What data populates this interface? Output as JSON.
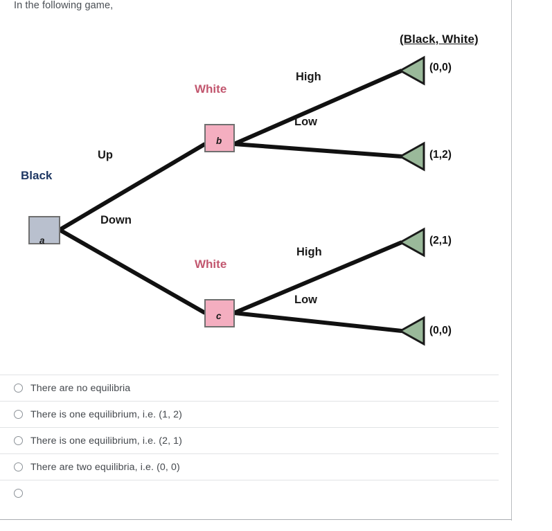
{
  "prompt": "In the following game,",
  "diagram": {
    "header_label": "(Black, White)",
    "players": {
      "black": "Black",
      "white_upper": "White",
      "white_lower": "White"
    },
    "nodes": [
      {
        "id": "a",
        "label": "a",
        "player": "Black",
        "color": "#b9c0ce"
      },
      {
        "id": "b",
        "label": "b",
        "player": "White",
        "color": "#f4aec0"
      },
      {
        "id": "c",
        "label": "c",
        "player": "White",
        "color": "#f4aec0"
      }
    ],
    "edges": [
      {
        "from": "a",
        "to": "b",
        "label": "Up"
      },
      {
        "from": "a",
        "to": "c",
        "label": "Down"
      },
      {
        "from": "b",
        "to": "payoff1",
        "label": "High"
      },
      {
        "from": "b",
        "to": "payoff2",
        "label": "Low"
      },
      {
        "from": "c",
        "to": "payoff3",
        "label": "High"
      },
      {
        "from": "c",
        "to": "payoff4",
        "label": "Low"
      }
    ],
    "payoffs": [
      {
        "id": "payoff1",
        "label": "(0,0)"
      },
      {
        "id": "payoff2",
        "label": "(1,2)"
      },
      {
        "id": "payoff3",
        "label": "(2,1)"
      },
      {
        "id": "payoff4",
        "label": "(0,0)"
      }
    ],
    "colors": {
      "black_node_fill": "#b9c0ce",
      "white_node_fill": "#f4aec0",
      "node_stroke": "#6f6f6f",
      "payoff_fill": "#9ab99a",
      "payoff_stroke": "#1a1a1a",
      "edge_stroke": "#111111",
      "black_text": "#1f3864",
      "white_text": "#c2576f"
    }
  },
  "answers": [
    {
      "id": "opt1",
      "text": "There are no equilibria",
      "selected": false
    },
    {
      "id": "opt2",
      "text": "There is one equilibrium, i.e. (1, 2)",
      "selected": false
    },
    {
      "id": "opt3",
      "text": "There is one equilibrium, i.e. (2, 1)",
      "selected": false
    },
    {
      "id": "opt4",
      "text": "There are two equilibria, i.e. (0, 0)",
      "selected": false
    },
    {
      "id": "opt5",
      "text": "",
      "selected": false
    }
  ]
}
